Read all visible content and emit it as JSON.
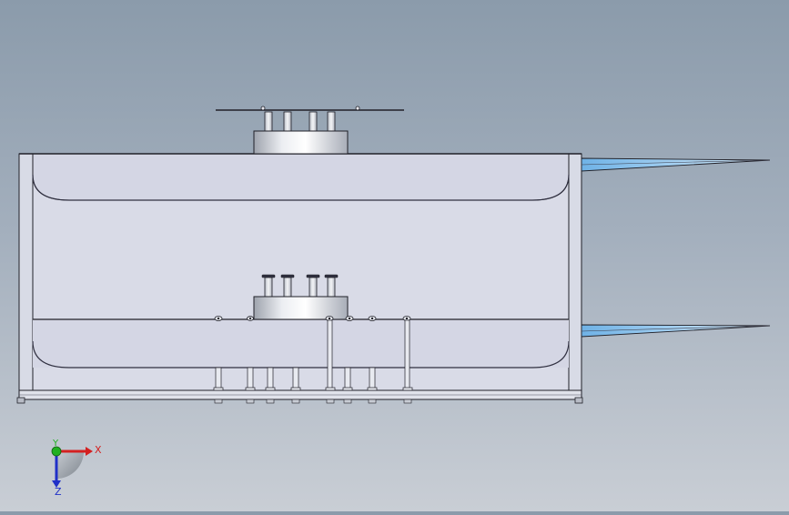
{
  "viewport": {
    "view_orientation": "front",
    "background_gradient": [
      "#8b9bab",
      "#c9ced5"
    ]
  },
  "model": {
    "colors": {
      "frame_fill": "#dadde8",
      "tank_fill": "#d6d8e6",
      "line": "#202028",
      "cylinder": "#c4c8d2",
      "blade": "#8ec4ec"
    }
  },
  "triad": {
    "x_label": "X",
    "y_label": "Y",
    "z_label": "Z",
    "x_color": "#d42020",
    "y_color": "#20b020",
    "z_color": "#2030c8"
  }
}
